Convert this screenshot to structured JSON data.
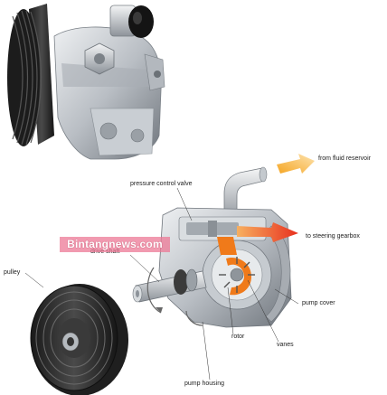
{
  "labels": {
    "from_fluid_reservoir": "from fluid reservoir",
    "pressure_control_valve": "pressure control valve",
    "to_steering_gearbox": "to steering gearbox",
    "drive_shaft": "drive shaft",
    "pulley": "pulley",
    "pump_cover": "pump cover",
    "vanes": "vanes",
    "rotor": "rotor",
    "pump_housing": "pump housing"
  },
  "watermark": "Bintangnews.com",
  "colors": {
    "inlet_arrow": "#f5a623",
    "outlet_arrow": "#e8301e",
    "internal_flow": "#f07a1a",
    "metal": "#b9bec4",
    "pulley_dark": "#2a2a2a",
    "watermark_bg": "#ec7896"
  }
}
